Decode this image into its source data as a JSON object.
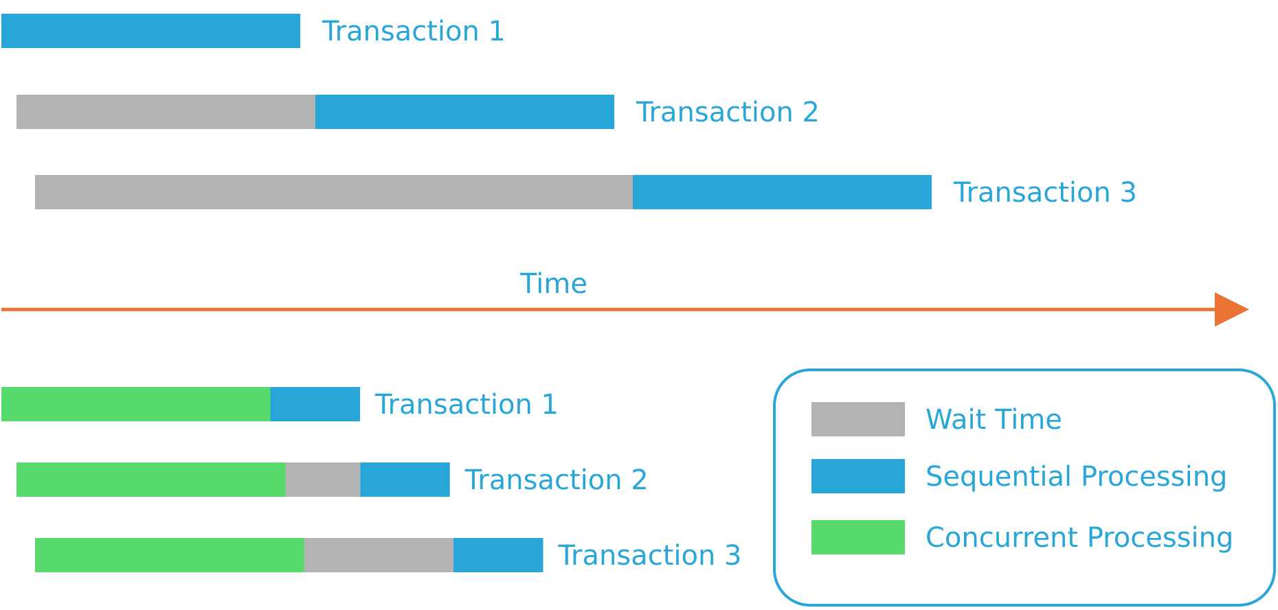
{
  "colors": {
    "wait": "#b3b3b3",
    "sequential": "#29a6d8",
    "concurrent": "#58d96b",
    "text": "#29a6d8",
    "axis": "#ea7434",
    "legend_border": "#29a6d8"
  },
  "axis": {
    "label": "Time"
  },
  "sequential_section": {
    "rows": [
      {
        "label": "Transaction 1",
        "segments": [
          {
            "kind": "sequential",
            "duration": 1
          }
        ]
      },
      {
        "label": "Transaction 2",
        "segments": [
          {
            "kind": "wait",
            "duration": 1
          },
          {
            "kind": "sequential",
            "duration": 1
          }
        ]
      },
      {
        "label": "Transaction 3",
        "segments": [
          {
            "kind": "wait",
            "duration": 2
          },
          {
            "kind": "sequential",
            "duration": 1
          }
        ]
      }
    ]
  },
  "concurrent_section": {
    "rows": [
      {
        "label": "Transaction 1",
        "segments": [
          {
            "kind": "concurrent",
            "duration": 0.9
          },
          {
            "kind": "sequential",
            "duration": 0.3
          }
        ]
      },
      {
        "label": "Transaction 2",
        "segments": [
          {
            "kind": "concurrent",
            "duration": 0.9
          },
          {
            "kind": "wait",
            "duration": 0.25
          },
          {
            "kind": "sequential",
            "duration": 0.3
          }
        ]
      },
      {
        "label": "Transaction 3",
        "segments": [
          {
            "kind": "concurrent",
            "duration": 0.9
          },
          {
            "kind": "wait",
            "duration": 0.5
          },
          {
            "kind": "sequential",
            "duration": 0.3
          }
        ]
      }
    ]
  },
  "legend": {
    "items": [
      {
        "kind": "wait",
        "label": "Wait Time"
      },
      {
        "kind": "sequential",
        "label": "Sequential Processing"
      },
      {
        "kind": "concurrent",
        "label": "Concurrent Processing"
      }
    ]
  }
}
